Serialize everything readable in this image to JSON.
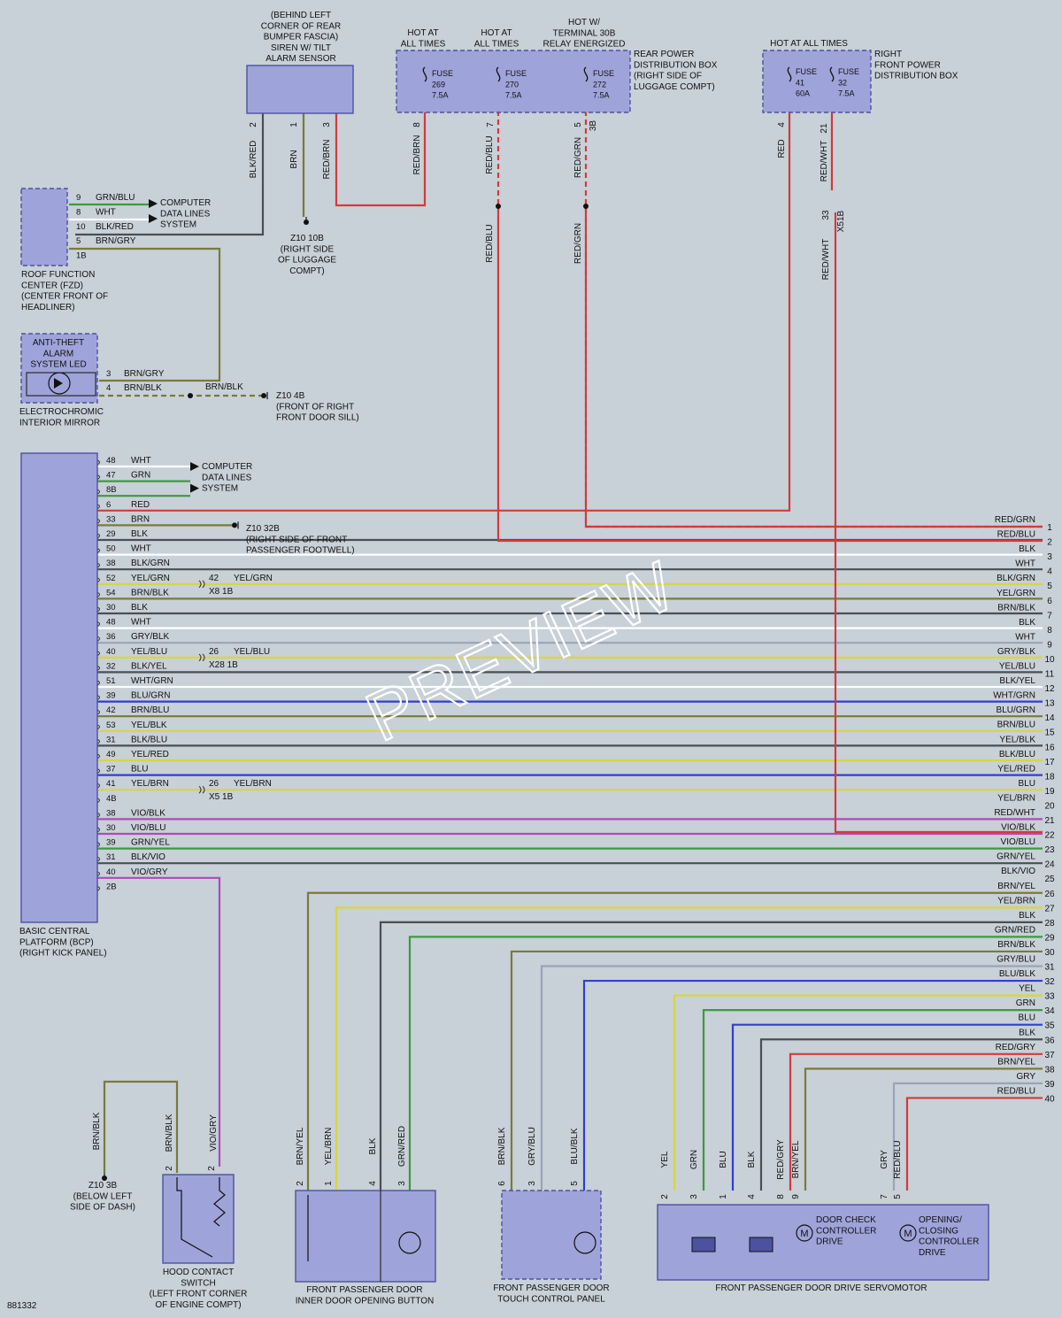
{
  "diagram_id": "881332",
  "watermark": "PREVIEW",
  "colors": {
    "background": "#c8d0d8",
    "component_fill": "#9ea3d9",
    "component_stroke": "#4c52a0"
  },
  "components": {
    "siren": [
      "(BEHIND LEFT",
      "CORNER OF REAR",
      "BUMPER FASCIA)",
      "SIREN W/ TILT",
      "ALARM SENSOR"
    ],
    "rear_pdb": [
      "REAR POWER",
      "DISTRIBUTION BOX",
      "(RIGHT SIDE OF",
      "LUGGAGE COMPT)"
    ],
    "right_pdb": [
      "RIGHT",
      "FRONT POWER",
      "DISTRIBUTION BOX"
    ],
    "fzd": [
      "ROOF FUNCTION",
      "CENTER (FZD)",
      "(CENTER FRONT OF",
      "HEADLINER)"
    ],
    "mirror_led": [
      "ANTI-THEFT",
      "ALARM",
      "SYSTEM LED"
    ],
    "mirror": [
      "ELECTROCHROMIC",
      "INTERIOR MIRROR"
    ],
    "bcp": [
      "BASIC CENTRAL",
      "PLATFORM (BCP)",
      "(RIGHT KICK PANEL)"
    ],
    "hood": [
      "HOOD CONTACT",
      "SWITCH",
      "(LEFT FRONT CORNER",
      "OF ENGINE COMPT)"
    ],
    "inner_btn": [
      "FRONT PASSENGER DOOR",
      "INNER DOOR OPENING BUTTON"
    ],
    "touch": [
      "FRONT PASSENGER DOOR",
      "TOUCH CONTROL PANEL"
    ],
    "servo": [
      "FRONT PASSENGER DOOR DRIVE SERVOMOTOR"
    ],
    "door_check": [
      "DOOR CHECK",
      "CONTROLLER",
      "DRIVE"
    ],
    "opening": [
      "OPENING/",
      "CLOSING",
      "CONTROLLER",
      "DRIVE"
    ]
  },
  "power": {
    "hot1": [
      "HOT AT",
      "ALL TIMES"
    ],
    "hot2": [
      "HOT AT",
      "ALL TIMES"
    ],
    "hot3": [
      "HOT W/",
      "TERMINAL 30B",
      "RELAY ENERGIZED"
    ],
    "hot4": "HOT AT ALL TIMES",
    "fuses": [
      {
        "label": [
          "FUSE",
          "269",
          "7.5A"
        ]
      },
      {
        "label": [
          "FUSE",
          "270",
          "7.5A"
        ]
      },
      {
        "label": [
          "FUSE",
          "272",
          "7.5A"
        ]
      },
      {
        "label": [
          "FUSE",
          "41",
          "60A"
        ]
      },
      {
        "label": [
          "FUSE",
          "32",
          "7.5A"
        ]
      }
    ]
  },
  "grounds": {
    "g1": [
      "Z10 10B",
      "(RIGHT SIDE",
      "OF LUGGAGE",
      "COMPT)"
    ],
    "g2": [
      "Z10 4B",
      "(FRONT OF RIGHT",
      "FRONT DOOR SILL)"
    ],
    "g3": [
      "Z10 32B",
      "(RIGHT SIDE OF FRONT",
      "PASSENGER FOOTWELL)"
    ],
    "g4": [
      "Z10 3B",
      "(BELOW LEFT",
      "SIDE OF DASH)"
    ]
  },
  "data_lines": [
    "COMPUTER",
    "DATA LINES",
    "SYSTEM"
  ],
  "vertical_labels": {
    "siren": [
      "BLK/RED",
      "BRN",
      "RED/BRN"
    ],
    "siren_pins": [
      "2",
      "1",
      "3"
    ],
    "rear": [
      "RED/BRN",
      "RED/BLU",
      "RED/GRN"
    ],
    "rear_pins": [
      "8",
      "7",
      "5"
    ],
    "rear_conn": "3B",
    "rear_lower": [
      "RED/BLU",
      "RED/GRN"
    ],
    "right": [
      "RED",
      "RED/WHT"
    ],
    "right_pins": [
      "4",
      "21"
    ],
    "x51": [
      "33",
      "X51B"
    ],
    "right_lower": "RED/WHT",
    "bottom": {
      "hood": [
        "BRN/BLK",
        "BRN/BLK",
        "VIO/GRY"
      ],
      "inner": [
        "BRN/YEL",
        "YEL/BRN",
        "BLK",
        "GRN/RED"
      ],
      "touch": [
        "BRN/BLK",
        "GRY/BLU",
        "BLU/BLK"
      ],
      "servo": [
        "YEL",
        "GRN",
        "BLU",
        "BLK",
        "RED/GRY",
        "BRN/YEL",
        "GRY",
        "RED/BLU"
      ]
    },
    "bottom_pins": {
      "hood": [
        "2",
        "2"
      ],
      "inner": [
        "2",
        "1",
        "4",
        "3"
      ],
      "touch": [
        "6",
        "3",
        "5"
      ],
      "servo": [
        "2",
        "3",
        "1",
        "4",
        "8",
        "9",
        "7",
        "5"
      ]
    }
  },
  "fzd_pins": [
    {
      "pin": "9",
      "wire": "GRN/BLU"
    },
    {
      "pin": "8",
      "wire": "WHT"
    },
    {
      "pin": "10",
      "wire": "BLK/RED"
    },
    {
      "pin": "5",
      "wire": "BRN/GRY"
    },
    {
      "pin": "1B",
      "wire": ""
    }
  ],
  "mirror_pins": [
    {
      "pin": "3",
      "wire": "BRN/GRY"
    },
    {
      "pin": "4",
      "wire": "BRN/BLK"
    }
  ],
  "mirror_wire_right": "BRN/BLK",
  "bcp_pins": [
    {
      "pin": "48",
      "wire": "WHT"
    },
    {
      "pin": "47",
      "wire": "GRN"
    },
    {
      "pin": "8B",
      "wire": ""
    },
    {
      "pin": "6",
      "wire": "RED"
    },
    {
      "pin": "33",
      "wire": "BRN"
    },
    {
      "pin": "29",
      "wire": "BLK"
    },
    {
      "pin": "50",
      "wire": "WHT"
    },
    {
      "pin": "38",
      "wire": "BLK/GRN"
    },
    {
      "pin": "52",
      "wire": "YEL/GRN"
    },
    {
      "pin": "54",
      "wire": "BRN/BLK"
    },
    {
      "pin": "30",
      "wire": "BLK"
    },
    {
      "pin": "48",
      "wire": "WHT"
    },
    {
      "pin": "36",
      "wire": "GRY/BLK"
    },
    {
      "pin": "40",
      "wire": "YEL/BLU"
    },
    {
      "pin": "32",
      "wire": "BLK/YEL"
    },
    {
      "pin": "51",
      "wire": "WHT/GRN"
    },
    {
      "pin": "39",
      "wire": "BLU/GRN"
    },
    {
      "pin": "42",
      "wire": "BRN/BLU"
    },
    {
      "pin": "53",
      "wire": "YEL/BLK"
    },
    {
      "pin": "31",
      "wire": "BLK/BLU"
    },
    {
      "pin": "49",
      "wire": "YEL/RED"
    },
    {
      "pin": "37",
      "wire": "BLU"
    },
    {
      "pin": "41",
      "wire": "YEL/BRN"
    },
    {
      "pin": "4B",
      "wire": ""
    },
    {
      "pin": "38",
      "wire": "VIO/BLK"
    },
    {
      "pin": "30",
      "wire": "VIO/BLU"
    },
    {
      "pin": "39",
      "wire": "GRN/YEL"
    },
    {
      "pin": "31",
      "wire": "BLK/VIO"
    },
    {
      "pin": "40",
      "wire": "VIO/GRY"
    },
    {
      "pin": "2B",
      "wire": ""
    }
  ],
  "splices": [
    {
      "pin": "42",
      "wire": "YEL/GRN",
      "conn": "X8 1B"
    },
    {
      "pin": "26",
      "wire": "YEL/BLU",
      "conn": "X28 1B"
    },
    {
      "pin": "26",
      "wire": "YEL/BRN",
      "conn": "X5 1B"
    }
  ],
  "continuation": [
    {
      "n": "1",
      "label": "RED/GRN"
    },
    {
      "n": "2",
      "label": "RED/BLU"
    },
    {
      "n": "3",
      "label": "BLK"
    },
    {
      "n": "4",
      "label": "WHT"
    },
    {
      "n": "5",
      "label": "BLK/GRN"
    },
    {
      "n": "6",
      "label": "YEL/GRN"
    },
    {
      "n": "7",
      "label": "BRN/BLK"
    },
    {
      "n": "8",
      "label": "BLK"
    },
    {
      "n": "9",
      "label": "WHT"
    },
    {
      "n": "10",
      "label": "GRY/BLK"
    },
    {
      "n": "11",
      "label": "YEL/BLU"
    },
    {
      "n": "12",
      "label": "BLK/YEL"
    },
    {
      "n": "13",
      "label": "WHT/GRN"
    },
    {
      "n": "14",
      "label": "BLU/GRN"
    },
    {
      "n": "15",
      "label": "BRN/BLU"
    },
    {
      "n": "16",
      "label": "YEL/BLK"
    },
    {
      "n": "17",
      "label": "BLK/BLU"
    },
    {
      "n": "18",
      "label": "YEL/RED"
    },
    {
      "n": "19",
      "label": "BLU"
    },
    {
      "n": "20",
      "label": "YEL/BRN"
    },
    {
      "n": "21",
      "label": "RED/WHT"
    },
    {
      "n": "22",
      "label": "VIO/BLK"
    },
    {
      "n": "23",
      "label": "VIO/BLU"
    },
    {
      "n": "24",
      "label": "GRN/YEL"
    },
    {
      "n": "25",
      "label": "BLK/VIO"
    },
    {
      "n": "26",
      "label": "BRN/YEL"
    },
    {
      "n": "27",
      "label": "YEL/BRN"
    },
    {
      "n": "28",
      "label": "BLK"
    },
    {
      "n": "29",
      "label": "GRN/RED"
    },
    {
      "n": "30",
      "label": "BRN/BLK"
    },
    {
      "n": "31",
      "label": "GRY/BLU"
    },
    {
      "n": "32",
      "label": "BLU/BLK"
    },
    {
      "n": "33",
      "label": "YEL"
    },
    {
      "n": "34",
      "label": "GRN"
    },
    {
      "n": "35",
      "label": "BLU"
    },
    {
      "n": "36",
      "label": "BLK"
    },
    {
      "n": "37",
      "label": "RED/GRY"
    },
    {
      "n": "38",
      "label": "BRN/YEL"
    },
    {
      "n": "39",
      "label": "GRY"
    },
    {
      "n": "40",
      "label": "RED/BLU"
    }
  ],
  "wire_colors": {
    "RED": "#d23b3b",
    "BRN": "#7a7a3a",
    "BLK": "#4a4f55",
    "WHT": "#ffffff",
    "GRN": "#3d9a3d",
    "BLU": "#2f3fcf",
    "YEL": "#d7d73a",
    "GRY": "#9aa4b6",
    "VIO": "#b04ab8"
  }
}
